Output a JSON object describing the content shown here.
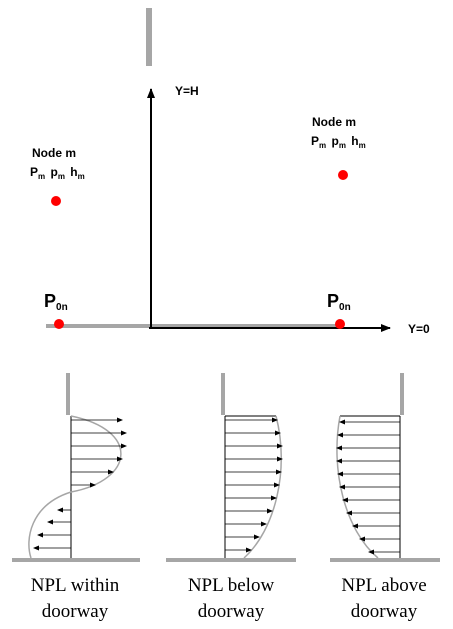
{
  "top_diagram": {
    "y_h_label": "Y=H",
    "y_0_label": "Y=0",
    "left_node": {
      "title": "Node m",
      "vars": [
        "P",
        "p",
        "h"
      ],
      "sub": "m"
    },
    "right_node": {
      "title": "Node m",
      "vars": [
        "P",
        "p",
        "h"
      ],
      "sub": "m"
    },
    "left_p0": {
      "base": "P",
      "sub": "0n"
    },
    "right_p0": {
      "base": "P",
      "sub": "0n"
    },
    "node_color": "#ff0000",
    "wall_color": "#a6a6a6"
  },
  "profiles": [
    {
      "caption_line1": "NPL within",
      "caption_line2": "doorway"
    },
    {
      "caption_line1": "NPL below",
      "caption_line2": "doorway"
    },
    {
      "caption_line1": "NPL above",
      "caption_line2": "doorway"
    }
  ]
}
